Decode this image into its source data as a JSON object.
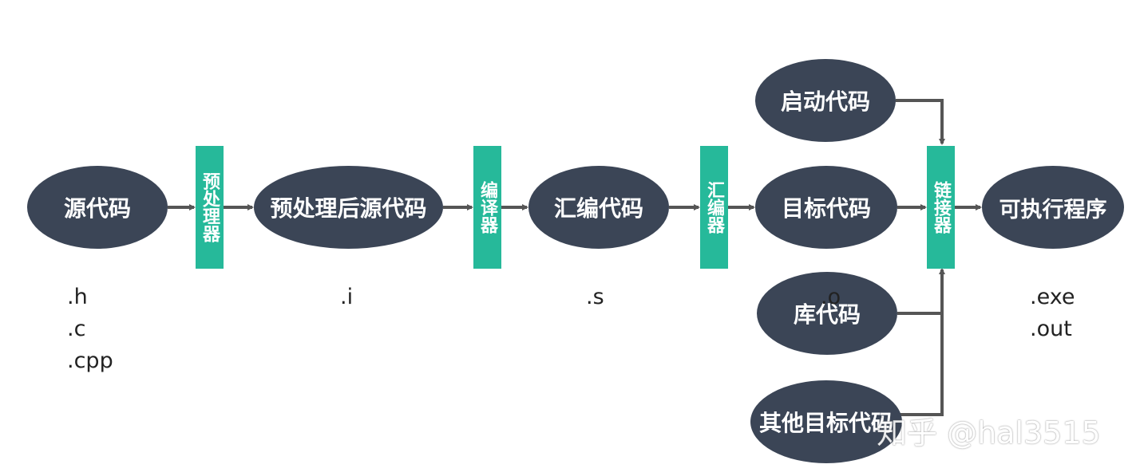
{
  "colors": {
    "node_fill": "#3b4556",
    "tool_fill": "#26b99a",
    "arrow": "#555555",
    "text_on_dark": "#ffffff"
  },
  "nodes": {
    "source_code": "源代码",
    "preprocessed_code": "预处理后源代码",
    "assembly_code": "汇编代码",
    "object_code": "目标代码",
    "startup_code": "启动代码",
    "library_code": "库代码",
    "other_object_code": "其他目标代码",
    "executable": "可执行程序"
  },
  "tools": {
    "preprocessor": "预处理器",
    "compiler": "编译器",
    "assembler": "汇编器",
    "linker": "链接器"
  },
  "extensions": {
    "source": ".h\n.c\n.cpp",
    "preprocessed": ".i",
    "assembly": ".s",
    "object": ".o",
    "executable": ".exe\n.out"
  },
  "watermark": "知乎 @hal3515"
}
